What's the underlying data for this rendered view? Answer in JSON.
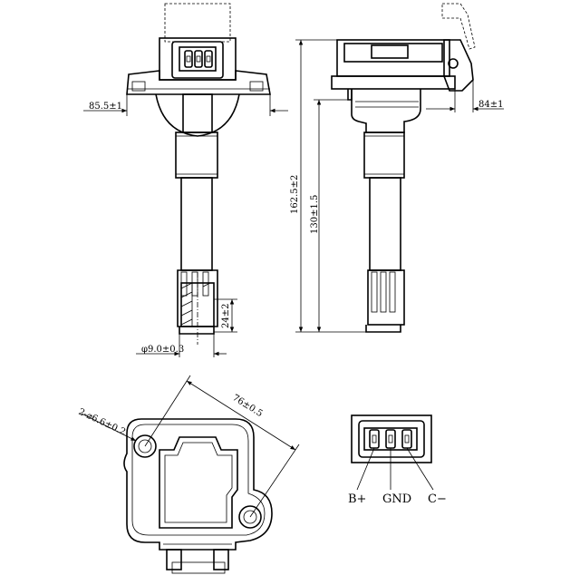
{
  "dimensions": {
    "width_base": "85.5±1",
    "length_total": "162.5±2",
    "length_body": "130±1.5",
    "width_side": "84±1",
    "boot_length": "24±2",
    "tip_diameter": "φ9.0±0.3",
    "hole_spacing": "76±0.5",
    "mount_holes": "2-⌀6.6±0.2"
  },
  "connector_pins": [
    "B+",
    "GND",
    "C−"
  ]
}
